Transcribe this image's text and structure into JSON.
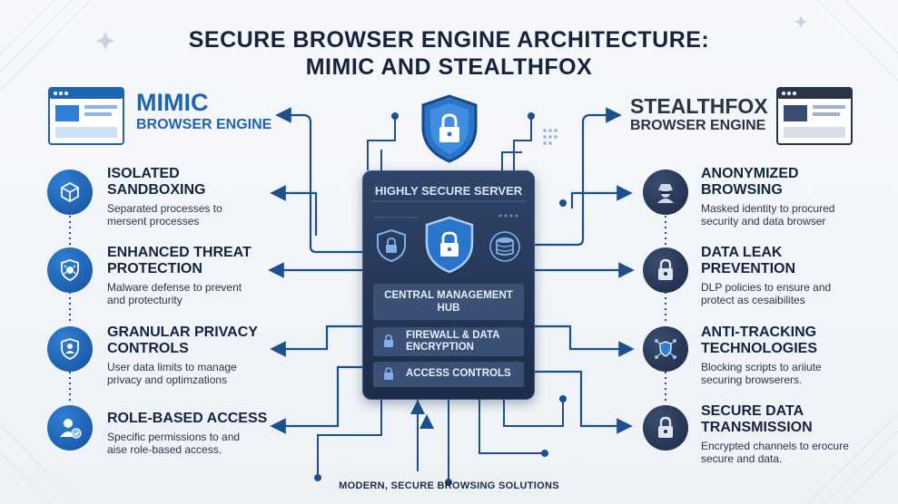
{
  "title_line1": "SECURE BROWSER ENGINE ARCHITECTURE:",
  "title_line2": "MIMIC AND STEALTHFOX",
  "mimic": {
    "name": "MIMIC",
    "subtitle": "BROWSER ENGINE"
  },
  "stealthfox": {
    "name": "STEALTHFOX",
    "subtitle": "BROWSER ENGINE"
  },
  "left_features": [
    {
      "heading": "ISOLATED\nSANDBOXING",
      "desc": "Separated processes to\nmersent processes",
      "icon": "cube-icon"
    },
    {
      "heading": "ENHANCED THREAT\nPROTECTION",
      "desc": "Malware defense to prevent\nand protecturity",
      "icon": "bug-shield-icon"
    },
    {
      "heading": "GRANULAR PRIVACY\nCONTROLS",
      "desc": "User data limits to manage\nprivacy and optimzations",
      "icon": "user-shield-icon"
    },
    {
      "heading": "ROLE-BASED ACCESS",
      "desc": "Specific permissions to and\naise  role-based access.",
      "icon": "user-check-icon"
    }
  ],
  "right_features": [
    {
      "heading": "ANONYMIZED\nBROWSING",
      "desc": "Masked identity to procured\nsecurity and data browser",
      "icon": "incognito-icon"
    },
    {
      "heading": "DATA LEAK\nPREVENTION",
      "desc": "DLP policies to ensure and\nprotect as cesaibilites",
      "icon": "lock-icon"
    },
    {
      "heading": "ANTI-TRACKING\nTECHNOLOGIES",
      "desc": "Blocking scripts to ariiute\nsecuring browserers.",
      "icon": "network-shield-icon"
    },
    {
      "heading": "SECURE DATA\nTRANSMISSION",
      "desc": "Encrypted channels to erocure\nsecure and data.",
      "icon": "lock-icon"
    }
  ],
  "server": {
    "title": "HIGHLY SECURE SERVER",
    "hub": "CENTRAL MANAGEMENT\nHUB",
    "firewall": "FIREWALL & DATA\nENCRYPTION",
    "access": "ACCESS CONTROLS"
  },
  "footer": "MODERN, SECURE BROWSING SOLUTIONS",
  "colors": {
    "accent": "#1f64b3",
    "dark": "#1c2c4a",
    "connector": "#1d4f8f"
  }
}
